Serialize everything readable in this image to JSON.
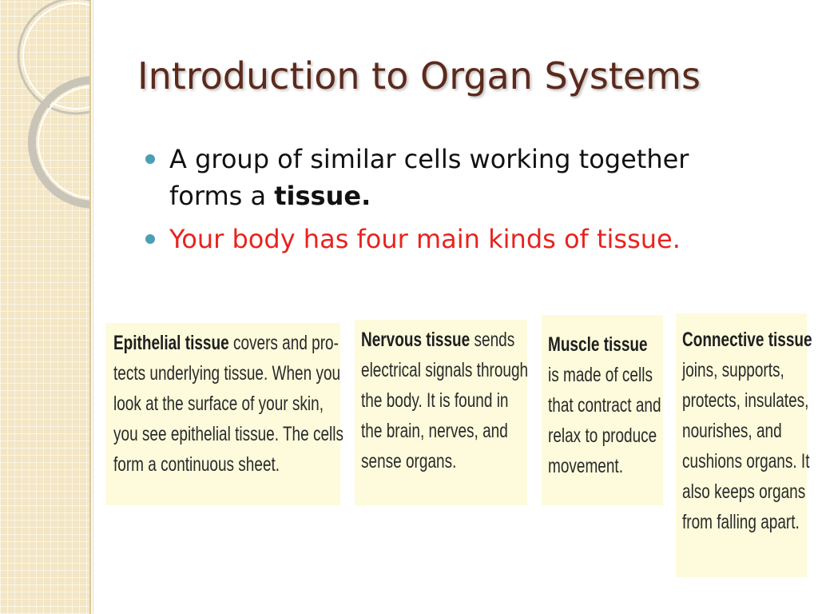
{
  "slide": {
    "title": "Introduction to Organ Systems",
    "bullets": [
      {
        "line1": "A group of similar cells working together",
        "line2_prefix": "forms a ",
        "line2_bold": "tissue."
      },
      {
        "text": "Your body has four main kinds of tissue."
      }
    ],
    "boxes": {
      "epithelial": {
        "head": "Epithelial tissue",
        "lines": [
          "covers and pro-",
          "tects underlying tissue. When you",
          "look at the surface of your skin,",
          "you see epithelial tissue. The cells",
          "form a continuous sheet."
        ]
      },
      "nervous": {
        "head": "Nervous tissue",
        "lines": [
          "sends",
          "electrical signals through",
          "the body. It is found in",
          "the brain, nerves, and",
          "sense organs."
        ]
      },
      "muscle": {
        "head": "Muscle tissue",
        "lines": [
          "is made of cells",
          "that contract and",
          "relax to produce",
          "movement."
        ]
      },
      "connective": {
        "head": "Connective tissue",
        "lines": [
          "joins, supports,",
          "protects, insulates,",
          "nourishes, and",
          "cushions organs. It",
          "also keeps organs",
          "from falling apart."
        ]
      }
    }
  },
  "colors": {
    "title": "#5b2a1c",
    "bullet_dot": "#4a9fb4",
    "highlight_text": "#e8231f",
    "box_background": "#fdfbdc",
    "strip": "#f3e6c4"
  }
}
